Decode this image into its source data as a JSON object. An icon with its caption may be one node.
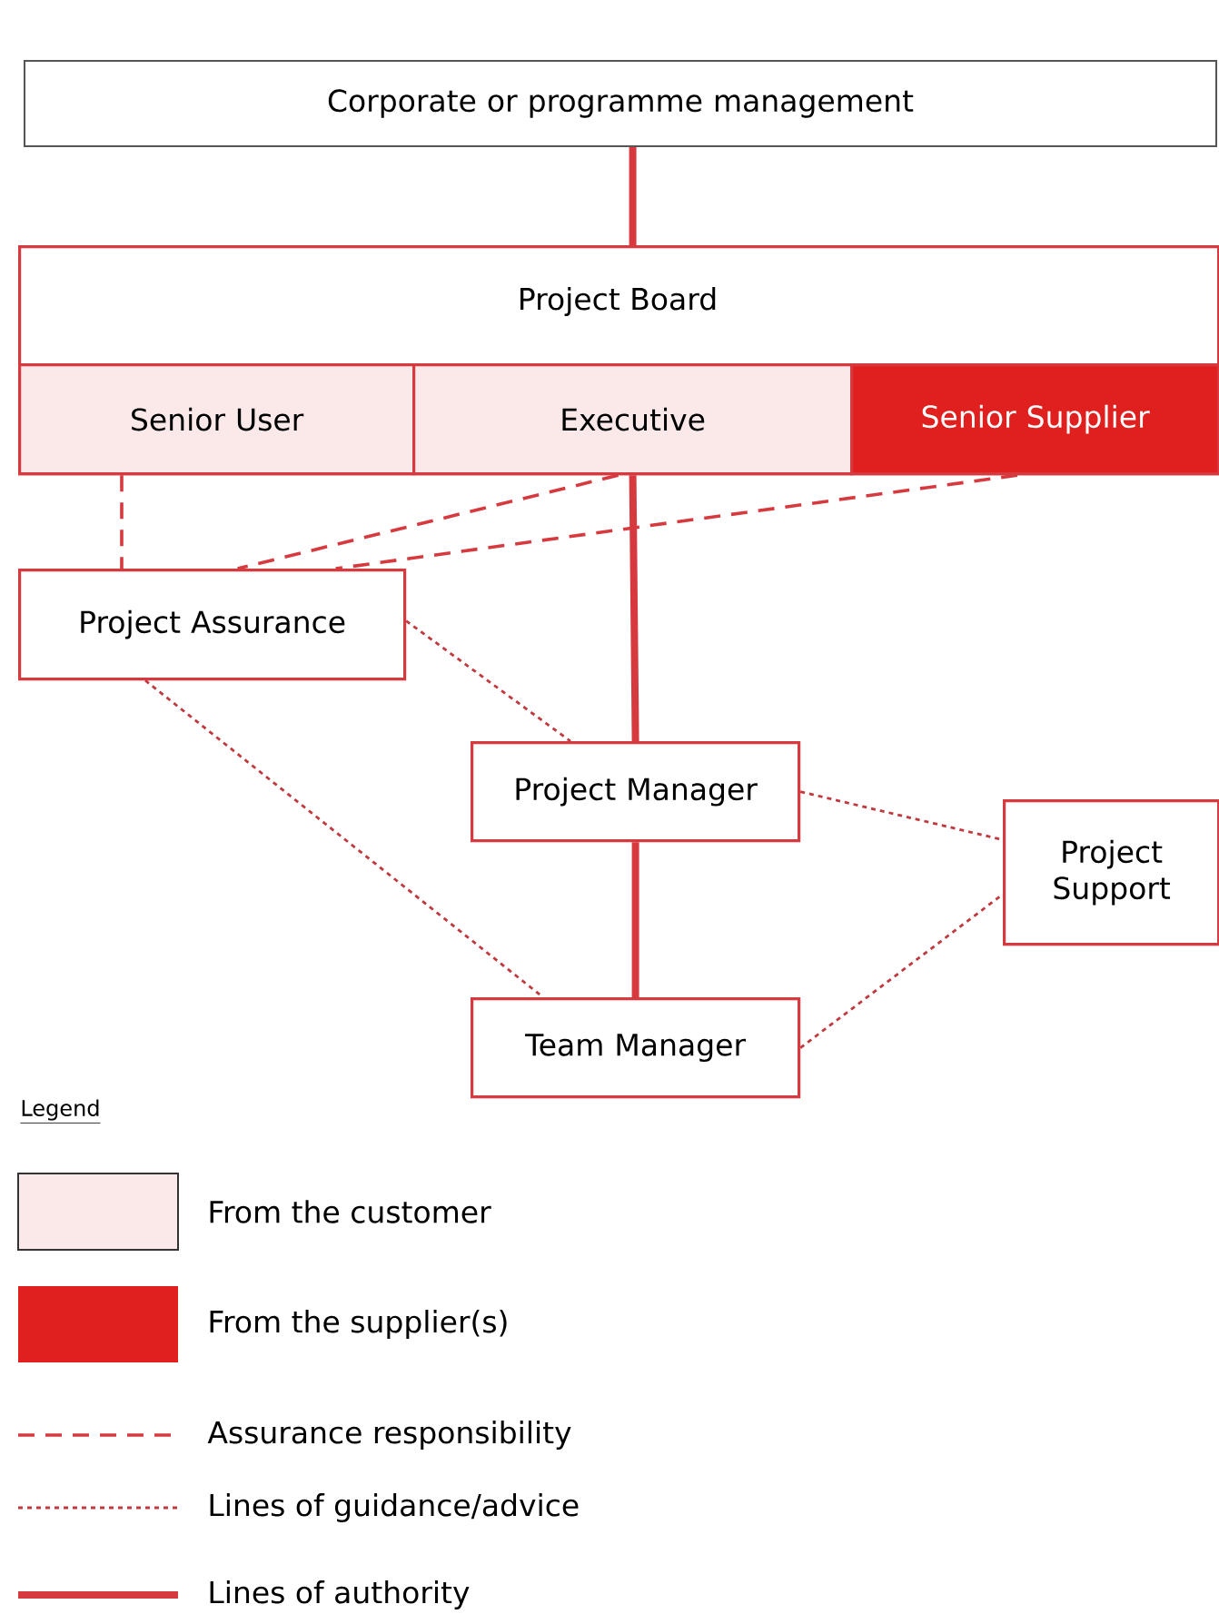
{
  "diagram": {
    "nodes": [
      {
        "text": [
          "Corporate or programme management"
        ]
      },
      {
        "text": [
          "Project Board"
        ]
      },
      {
        "text": [
          "Senior User"
        ],
        "in": 1
      },
      {
        "text": [
          "Executive"
        ],
        "in": 1
      },
      {
        "text": [
          "Senior Supplier"
        ],
        "in": 1
      },
      {
        "text": [
          "Project Assurance"
        ]
      },
      {
        "text": [
          "Project Manager"
        ]
      },
      {
        "text": [
          "Project Support"
        ]
      },
      {
        "text": [
          "Team Manager"
        ]
      }
    ],
    "edges": [
      {
        "from": 0,
        "to": 1,
        "arrow": "none",
        "style": "thick"
      },
      {
        "from": 3,
        "to": 6,
        "arrow": "none",
        "style": "thick"
      },
      {
        "from": 6,
        "to": 8,
        "arrow": "none",
        "style": "thick"
      },
      {
        "from": 2,
        "to": 5,
        "arrow": "none",
        "style": "dashed"
      },
      {
        "from": 3,
        "to": 5,
        "arrow": "none",
        "style": "dashed"
      },
      {
        "from": 4,
        "to": 5,
        "arrow": "none",
        "style": "dashed"
      },
      {
        "from": 5,
        "to": 6,
        "arrow": "none",
        "style": "dashed",
        "color": "#c0393f"
      },
      {
        "from": 5,
        "to": 8,
        "arrow": "none",
        "style": "dashed",
        "color": "#c0393f"
      },
      {
        "from": 6,
        "to": 7,
        "arrow": "none",
        "style": "dashed",
        "color": "#c0393f"
      },
      {
        "from": 8,
        "to": 7,
        "arrow": "none",
        "style": "dashed",
        "color": "#c0393f"
      }
    ],
    "labels": [
      "Legend"
    ],
    "legend": [
      {
        "text": "From the customer",
        "color": "#fbe9ea"
      },
      {
        "text": "From the supplier(s)",
        "color": "#e0201f"
      },
      {
        "text": "Assurance responsibility"
      },
      {
        "text": "Lines of guidance/advice"
      },
      {
        "text": "Lines of authority"
      }
    ]
  }
}
